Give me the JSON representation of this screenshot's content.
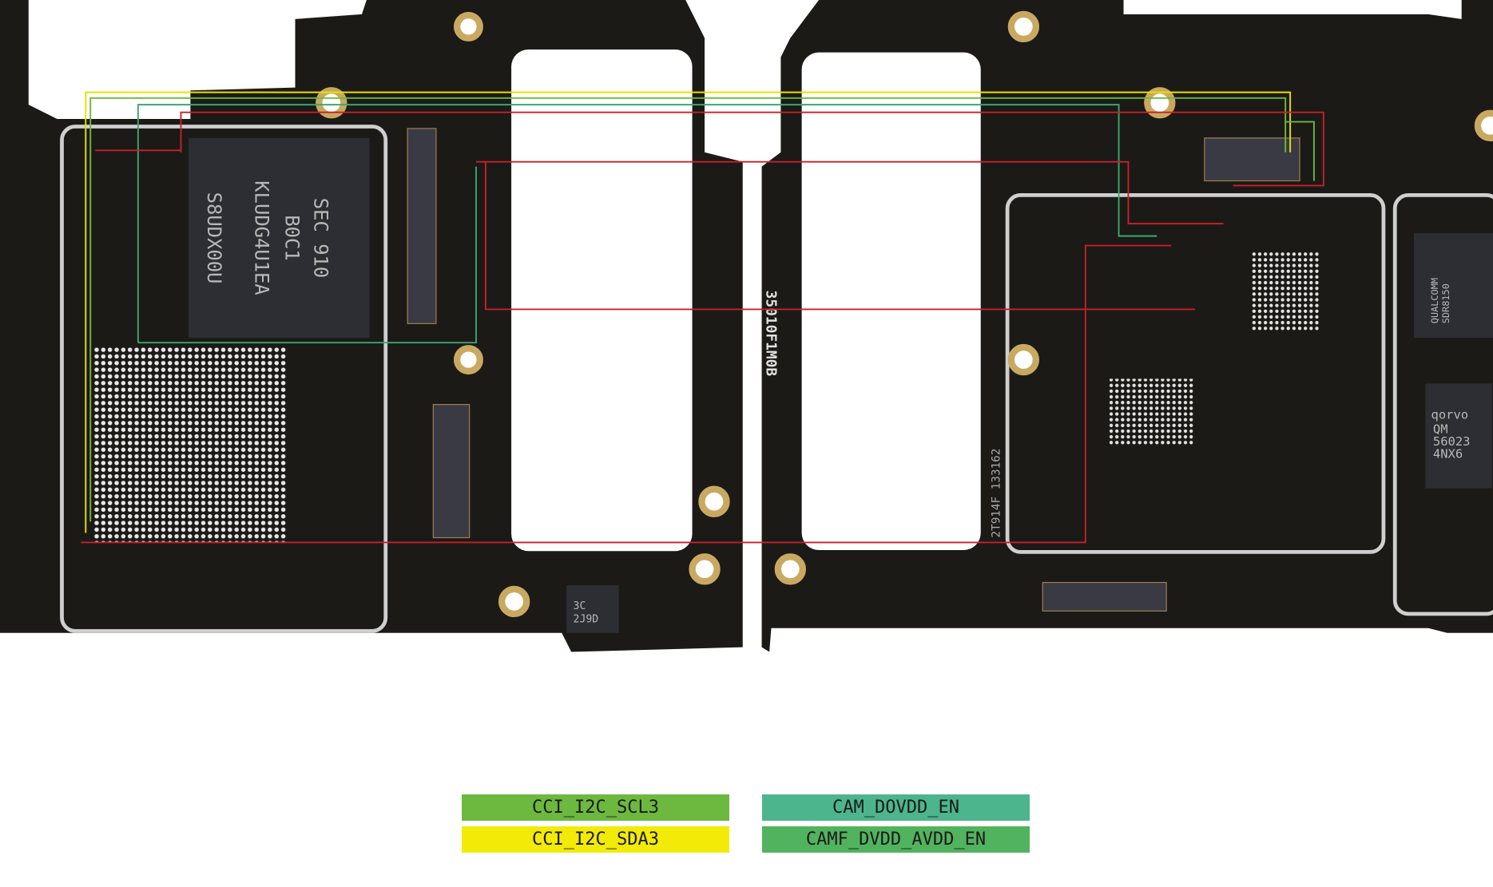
{
  "legend": [
    {
      "label": "CCI_I2C_SCL3",
      "color": "#6db83f"
    },
    {
      "label": "CCI_I2C_SDA3",
      "color": "#f2ea07"
    },
    {
      "label": "CAM_DOVDD_EN",
      "color": "#4db58d"
    },
    {
      "label": "CAMF_DVDD_AVDD_EN",
      "color": "#52b35e"
    }
  ],
  "board_markings": {
    "memory_chip": [
      "SEC 910",
      "B0C1",
      "KLUDG4U1EA",
      "S8UDX00U"
    ],
    "rf_chip": [
      "qorvo",
      "QM",
      "56023",
      "4NX6"
    ],
    "qualcomm_chip": [
      "QUALCOMM",
      "SDR8150"
    ],
    "board_id": "35010F1M0B",
    "pcb_code": "2T914F 133162",
    "small_chip": [
      "3C",
      "2J9D"
    ]
  },
  "trace_colors": {
    "red": "#c8202a",
    "sda": "#e8e000",
    "scl": "#6db83f",
    "dovdd": "#3aa870"
  }
}
